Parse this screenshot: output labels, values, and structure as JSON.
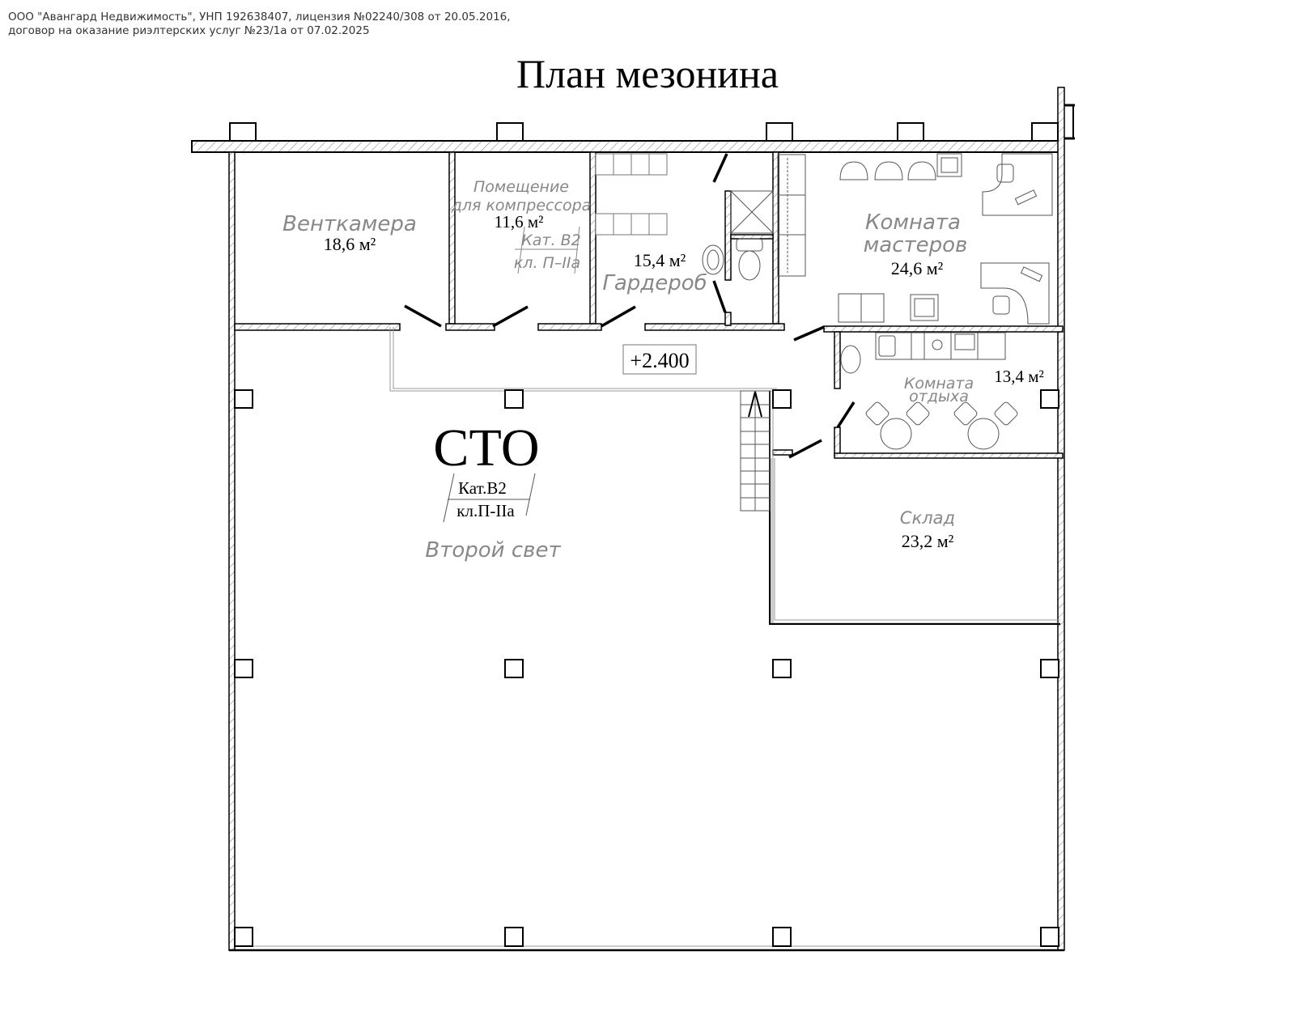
{
  "header": {
    "line1": "ООО \"Авангард Недвижимость\", УНП 192638407, лицензия №02240/308 от 20.05.2016,",
    "line2": "договор на оказание риэлтерских услуг №23/1а от 07.02.2025"
  },
  "title": "План мезонина",
  "level_mark": "+2.400",
  "colors": {
    "wall": "#000000",
    "hatch": "#555555",
    "label_gray": "#888888",
    "text": "#000000",
    "background": "#ffffff"
  },
  "rooms": {
    "ventkamera": {
      "name": "Венткамера",
      "area": "18,6 м²"
    },
    "compressor": {
      "name_line1": "Помещение",
      "name_line2": "для компрессора",
      "area": "11,6 м²",
      "category": "Кат. В2",
      "class": "кл. П–IIа"
    },
    "garderob": {
      "name": "Гардероб",
      "area": "15,4 м²"
    },
    "masters": {
      "name_line1": "Комната",
      "name_line2": "мастеров",
      "area": "24,6 м²"
    },
    "rest": {
      "name_line1": "Комната",
      "name_line2": "отдыха",
      "area": "13,4 м²"
    },
    "sklad": {
      "name": "Склад",
      "area": "23,2 м²"
    },
    "sto": {
      "name": "СТО",
      "category": "Кат.В2",
      "class": "кл.П-IIа",
      "note": "Второй свет"
    }
  }
}
